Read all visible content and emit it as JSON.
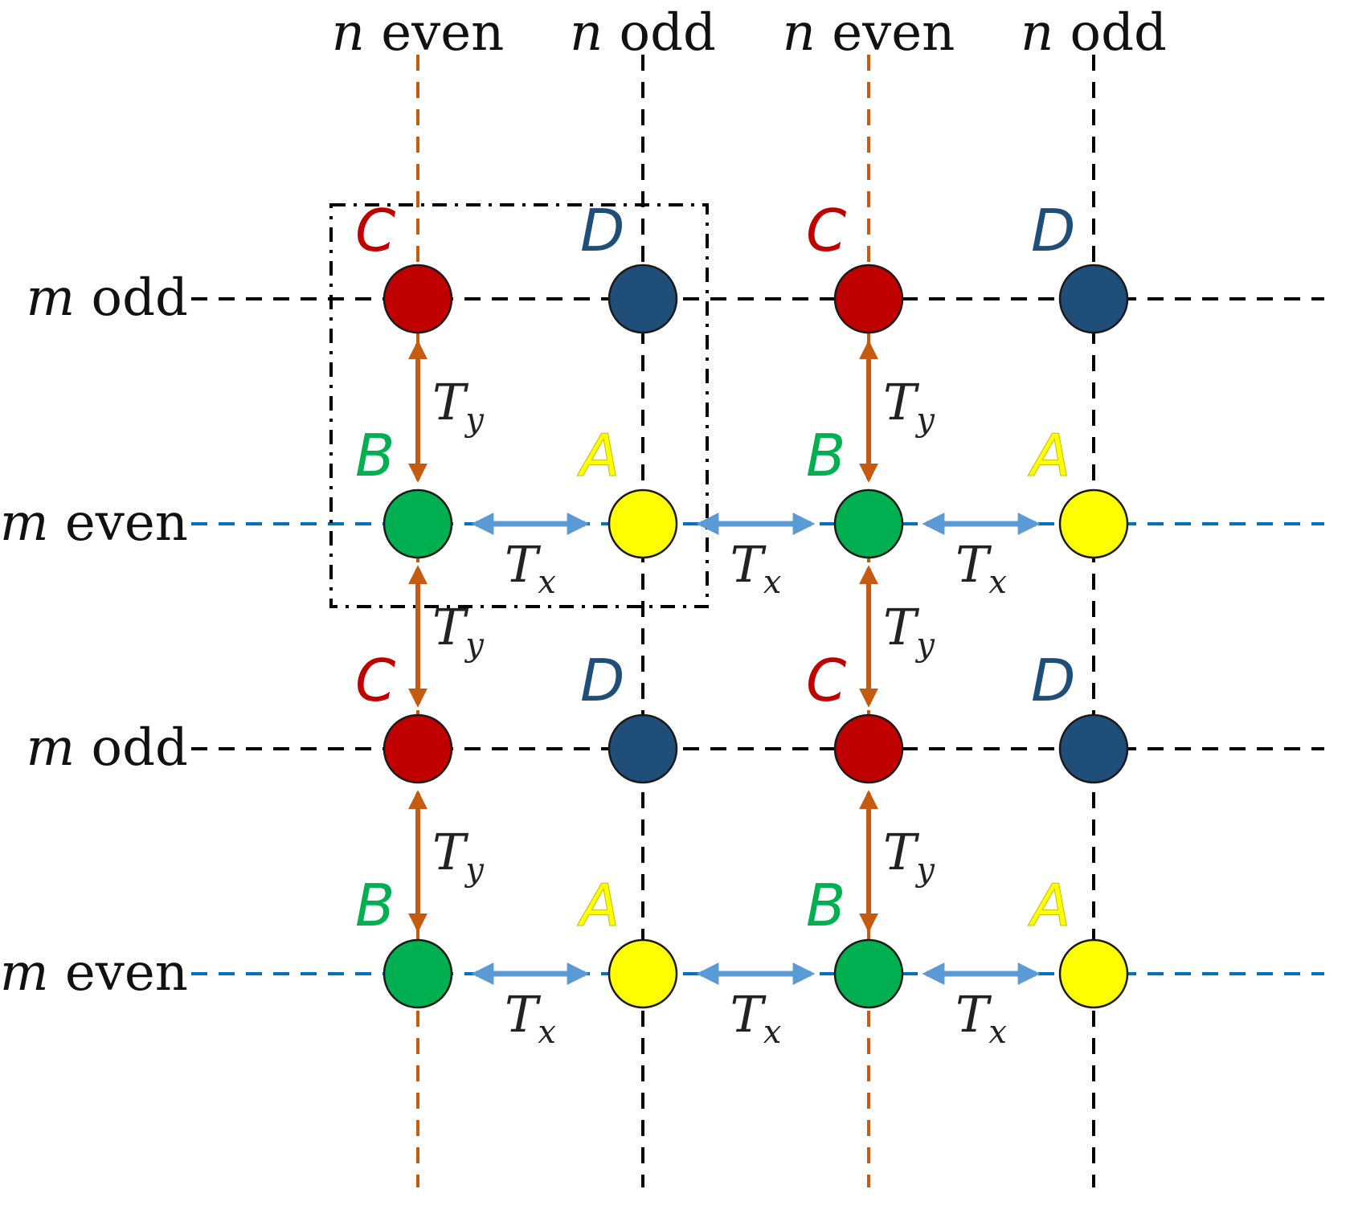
{
  "columns": [
    {
      "var": "n",
      "parity": "even",
      "kind": "even"
    },
    {
      "var": "n",
      "parity": "odd",
      "kind": "odd"
    },
    {
      "var": "n",
      "parity": "even",
      "kind": "even"
    },
    {
      "var": "n",
      "parity": "odd",
      "kind": "odd"
    }
  ],
  "rows": [
    {
      "var": "m",
      "parity": "odd",
      "kind": "odd"
    },
    {
      "var": "m",
      "parity": "even",
      "kind": "even"
    },
    {
      "var": "m",
      "parity": "odd",
      "kind": "odd"
    },
    {
      "var": "m",
      "parity": "even",
      "kind": "even"
    }
  ],
  "lattice": [
    [
      "C",
      "D",
      "C",
      "D"
    ],
    [
      "B",
      "A",
      "B",
      "A"
    ],
    [
      "C",
      "D",
      "C",
      "D"
    ],
    [
      "B",
      "A",
      "B",
      "A"
    ]
  ],
  "site_colors": {
    "A": "#ffff00",
    "B": "#00b050",
    "C": "#c00000",
    "D": "#1f4e79"
  },
  "line_colors": {
    "even_column": "#c55a11",
    "odd_column": "#000000",
    "odd_row": "#000000",
    "even_row": "#0070c0",
    "hop_x": "#5b9bd5",
    "hop_y": "#c55a11"
  },
  "hops": {
    "x": {
      "symbol": "T",
      "subscript": "x"
    },
    "y": {
      "symbol": "T",
      "subscript": "y"
    }
  },
  "unit_cell": {
    "border": "dash-dot",
    "covers_rows": [
      0,
      1
    ],
    "covers_columns": [
      0,
      1
    ]
  }
}
